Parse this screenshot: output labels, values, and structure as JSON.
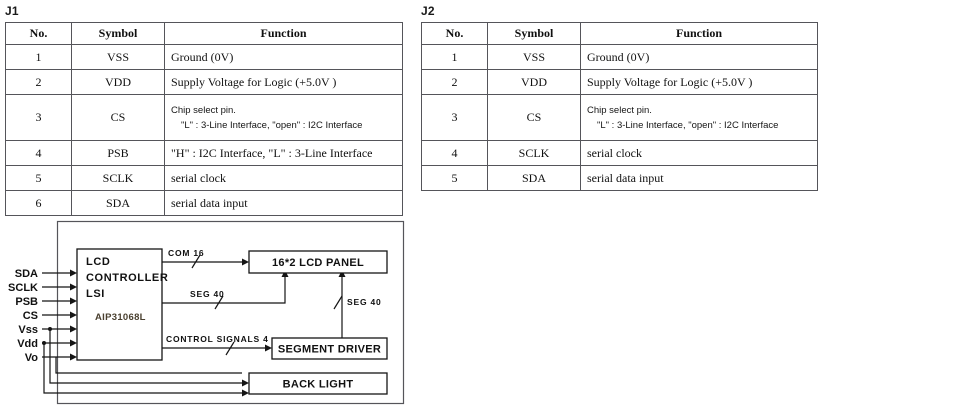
{
  "connectors": [
    {
      "title": "J1",
      "columns": [
        "No.",
        "Symbol",
        "Function"
      ],
      "rows": [
        {
          "no": "1",
          "symbol": "VSS",
          "function": "Ground (0V)",
          "function2": "",
          "style": "serif"
        },
        {
          "no": "2",
          "symbol": "VDD",
          "function": "Supply Voltage for Logic (+5.0V )",
          "function2": "",
          "style": "serif"
        },
        {
          "no": "3",
          "symbol": "CS",
          "function": "Chip select pin.",
          "function2": "\"L\" : 3-Line Interface,   \"open\" : I2C Interface",
          "style": "sans-two"
        },
        {
          "no": "4",
          "symbol": "PSB",
          "function": "\"H\" : I2C Interface, \"L\" : 3-Line Interface",
          "function2": "",
          "style": "sans"
        },
        {
          "no": "5",
          "symbol": "SCLK",
          "function": "serial clock",
          "function2": "",
          "style": "serif"
        },
        {
          "no": "6",
          "symbol": "SDA",
          "function": "serial data input",
          "function2": "",
          "style": "serif"
        }
      ]
    },
    {
      "title": "J2",
      "columns": [
        "No.",
        "Symbol",
        "Function"
      ],
      "rows": [
        {
          "no": "1",
          "symbol": "VSS",
          "function": "Ground (0V)",
          "function2": "",
          "style": "serif"
        },
        {
          "no": "2",
          "symbol": "VDD",
          "function": "Supply Voltage for Logic (+5.0V )",
          "function2": "",
          "style": "serif"
        },
        {
          "no": "3",
          "symbol": "CS",
          "function": "Chip select pin.",
          "function2": "\"L\" : 3-Line Interface,   \"open\" : I2C Interface",
          "style": "sans-two"
        },
        {
          "no": "4",
          "symbol": "SCLK",
          "function": "serial clock",
          "function2": "",
          "style": "serif"
        },
        {
          "no": "5",
          "symbol": "SDA",
          "function": "serial data input",
          "function2": "",
          "style": "serif"
        }
      ]
    }
  ],
  "diagram": {
    "input_pins": [
      "SDA",
      "SCLK",
      "PSB",
      "CS",
      "Vss",
      "Vdd",
      "Vo"
    ],
    "controller": {
      "line1": "LCD",
      "line2": "CONTROLLER",
      "line3": "LSI",
      "part_number": "AIP31068L",
      "part_number_color": "#4a4030"
    },
    "blocks": {
      "lcd_panel": "16*2  LCD  PANEL",
      "segment_driver": "SEGMENT  DRIVER",
      "back_light": "BACK  LIGHT"
    },
    "signals": {
      "com": "COM  16",
      "seg_left": "SEG  40",
      "seg_right": "SEG  40",
      "control": "CONTROL  SIGNALS  4"
    }
  }
}
